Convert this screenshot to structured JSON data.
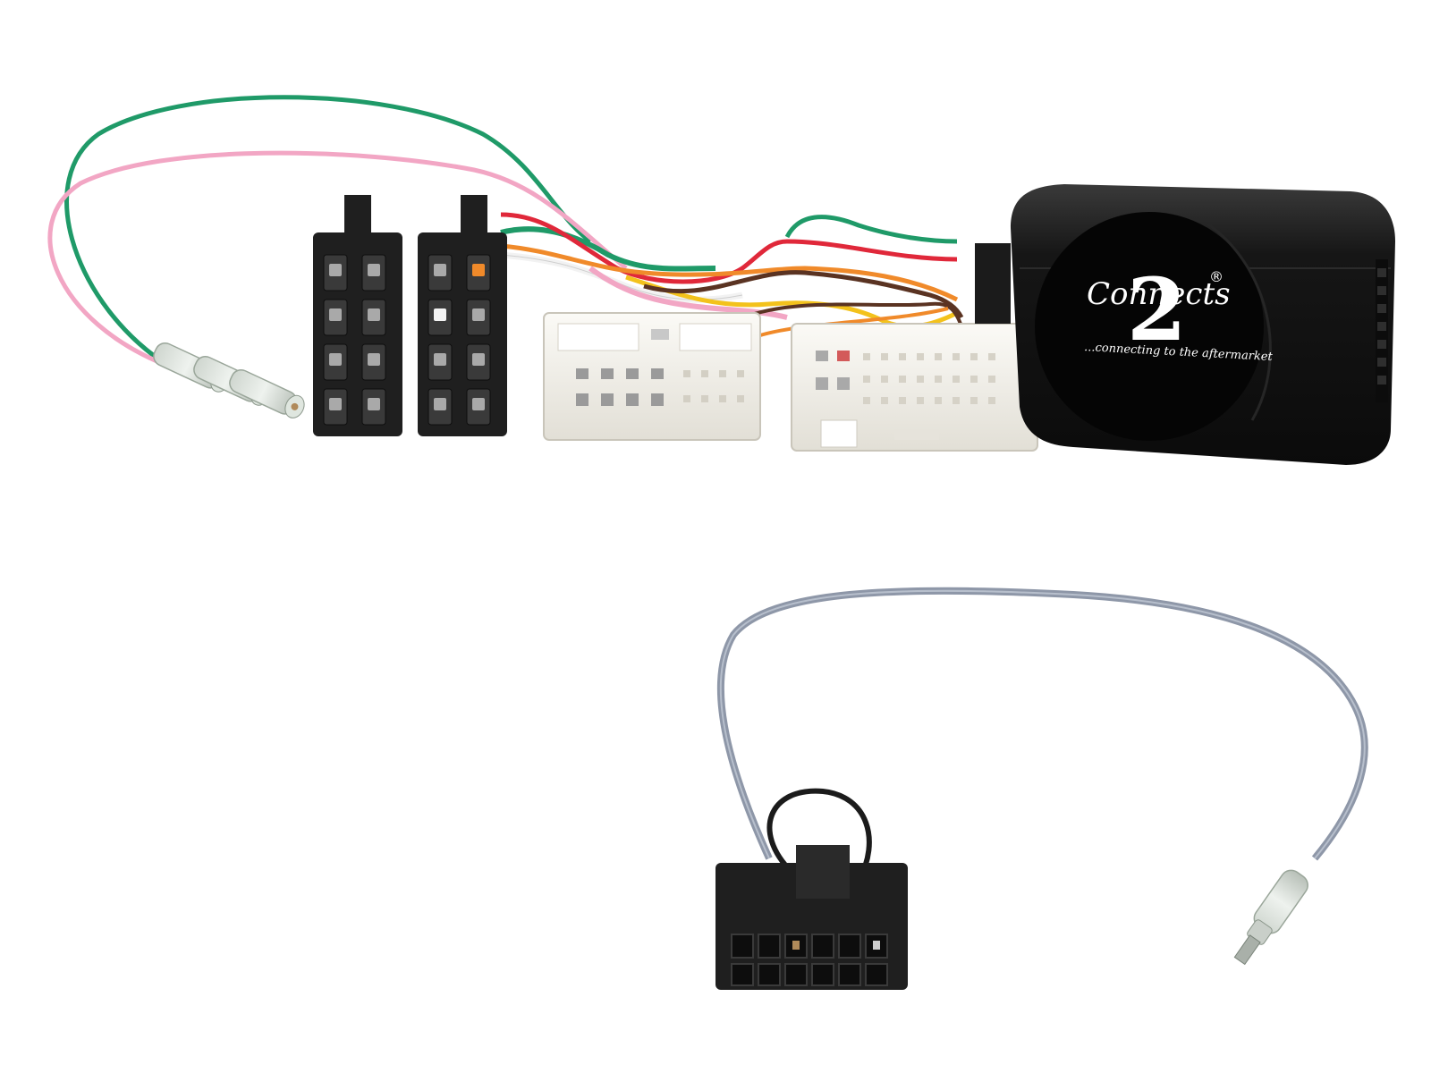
{
  "colors": {
    "wire_green": "#1f9a68",
    "wire_pink": "#f2a6c4",
    "wire_red": "#e0283a",
    "wire_orange": "#f08a2a",
    "wire_yellow": "#f3c21c",
    "wire_brown": "#5a3322",
    "wire_white": "#f2f2f2",
    "wire_gray": "#8e97a8",
    "wire_black": "#1b1b1b",
    "connector_black": "#1f1f1f",
    "connector_white": "#f1efe9",
    "module_black": "#161616"
  },
  "module": {
    "logo_script": "Connects",
    "logo_digit": "2",
    "logo_reg": "®",
    "tagline": "...connecting to the aftermarket"
  }
}
